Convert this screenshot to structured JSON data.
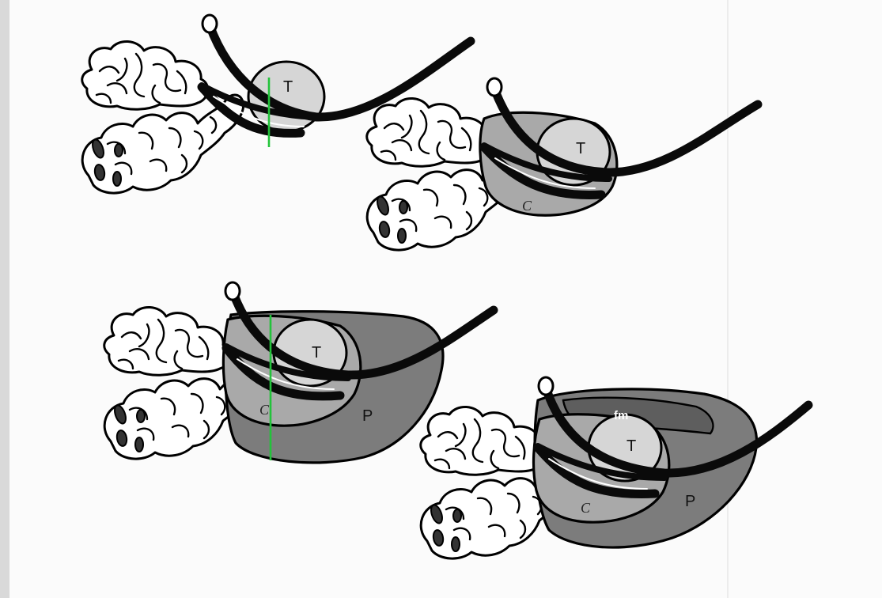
{
  "figure": {
    "panels": [
      {
        "id": "panel-1",
        "labels": {
          "testis": "T"
        }
      },
      {
        "id": "panel-2",
        "labels": {
          "testis": "T",
          "capsule": "C"
        }
      },
      {
        "id": "panel-3",
        "labels": {
          "testis": "T",
          "capsule": "C",
          "pouch": "P"
        }
      },
      {
        "id": "panel-4",
        "labels": {
          "testis": "T",
          "capsule": "C",
          "pouch": "P",
          "fibrous_mass": "fm"
        }
      }
    ],
    "colors": {
      "testis": "#d6d6d6",
      "capsule": "#a9a9a9",
      "pouch": "#7c7c7c",
      "fibrous_mass": "#5e5e5e",
      "section_line": "#22c33a",
      "cord": "#0a0a0a"
    }
  }
}
